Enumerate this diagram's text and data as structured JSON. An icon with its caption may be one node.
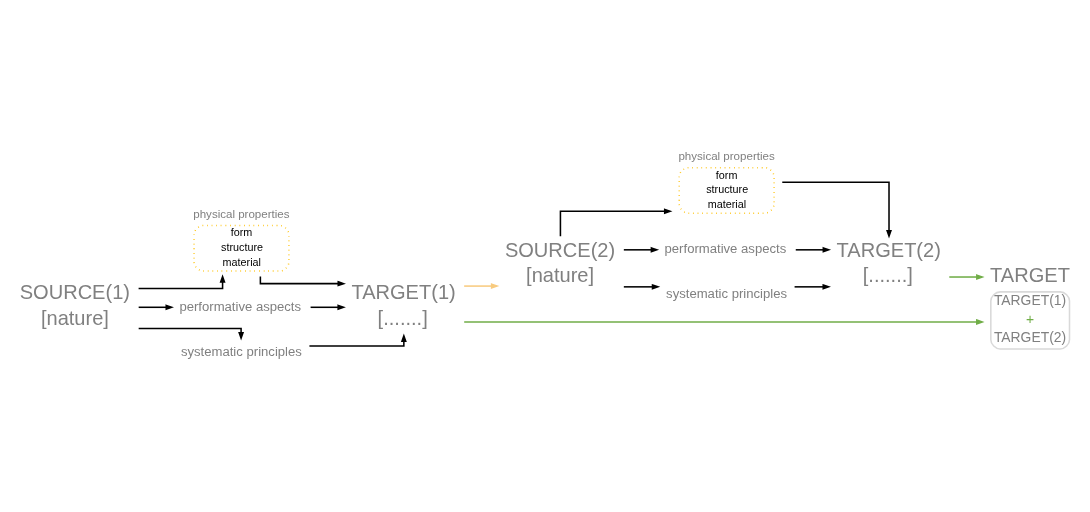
{
  "diagram": {
    "nodes": [
      {
        "text": [
          "SOURCE(1)",
          "[nature]"
        ]
      },
      {
        "text": [
          "physical properties",
          "form",
          "structure",
          "material"
        ]
      },
      {
        "text": [
          "performative aspects"
        ]
      },
      {
        "text": [
          "systematic principles"
        ]
      },
      {
        "text": [
          "TARGET(1)",
          "[.......]"
        ]
      },
      {
        "text": [
          "SOURCE(2)",
          "[nature]"
        ]
      },
      {
        "text": [
          "physical properties",
          "form",
          "structure",
          "material"
        ]
      },
      {
        "text": [
          "performative aspects"
        ]
      },
      {
        "text": [
          "systematic principles"
        ]
      },
      {
        "text": [
          "TARGET(2)",
          "[.......]"
        ]
      },
      {
        "text": [
          "TARGET",
          "TARGET(1)",
          "+",
          "TARGET(2)"
        ]
      }
    ],
    "edges": [
      {
        "from": 0,
        "to": 1,
        "arrow": "to"
      },
      {
        "from": 0,
        "to": 2,
        "arrow": "to"
      },
      {
        "from": 0,
        "to": 3,
        "arrow": "to"
      },
      {
        "from": 1,
        "to": 4,
        "arrow": "to"
      },
      {
        "from": 2,
        "to": 4,
        "arrow": "to"
      },
      {
        "from": 3,
        "to": 4,
        "arrow": "to"
      },
      {
        "from": 4,
        "to": 5,
        "arrow": "to",
        "color": "#f8cb7f"
      },
      {
        "from": 5,
        "to": 6,
        "arrow": "to"
      },
      {
        "from": 5,
        "to": 7,
        "arrow": "to"
      },
      {
        "from": 5,
        "to": 8,
        "arrow": "to"
      },
      {
        "from": 6,
        "to": 9,
        "arrow": "to"
      },
      {
        "from": 7,
        "to": 9,
        "arrow": "to"
      },
      {
        "from": 8,
        "to": 9,
        "arrow": "to"
      },
      {
        "from": 4,
        "to": 10,
        "arrow": "to",
        "color": "#70ad47"
      },
      {
        "from": 9,
        "to": 10,
        "arrow": "to",
        "color": "#70ad47"
      }
    ]
  }
}
